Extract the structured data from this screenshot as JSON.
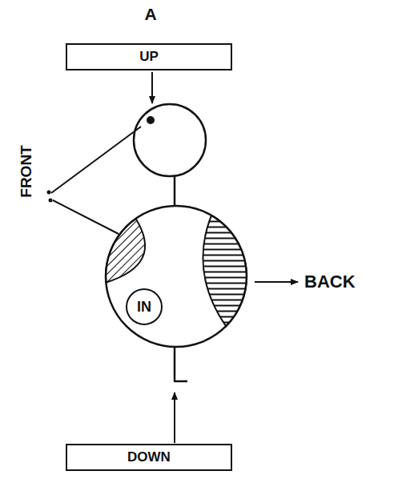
{
  "diagram": {
    "nodes": [
      {
        "text": [
          "UP"
        ]
      },
      {
        "text": [
          "IN"
        ]
      },
      {
        "text": [
          "DOWN"
        ]
      }
    ],
    "labels": [
      "A",
      "FRONT",
      "BACK"
    ]
  }
}
